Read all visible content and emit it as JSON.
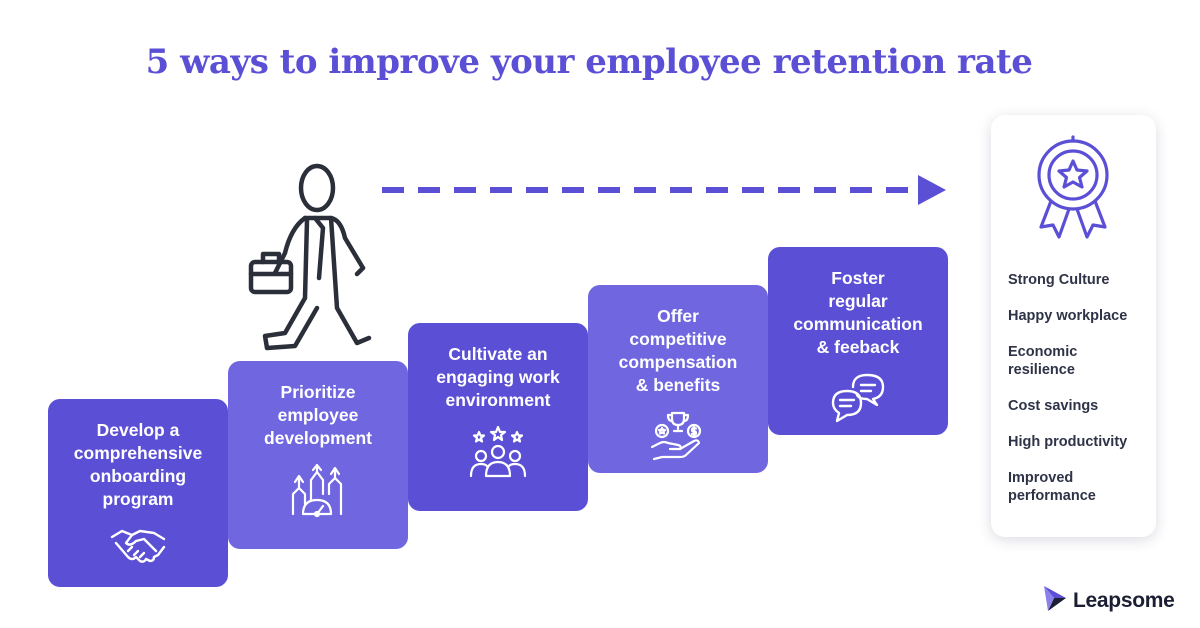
{
  "title": "5 ways to improve your employee retention rate",
  "steps": [
    {
      "label": "Develop a\ncomprehensive\nonboarding\nprogram",
      "icon": "handshake-icon"
    },
    {
      "label": "Prioritize\nemployee\ndevelopment",
      "icon": "growth-gauge-icon"
    },
    {
      "label": "Cultivate an\nengaging work\nenvironment",
      "icon": "team-stars-icon"
    },
    {
      "label": "Offer\ncompetitive\ncompensation\n& benefits",
      "icon": "hand-trophy-coins-icon"
    },
    {
      "label": "Foster\nregular\ncommunication\n& feeback",
      "icon": "chat-bubbles-icon"
    }
  ],
  "benefits": {
    "icon": "award-ribbon-icon",
    "items": [
      "Strong Culture",
      "Happy workplace",
      "Economic\nresilience",
      "Cost savings",
      "High productivity",
      "Improved\nperformance"
    ]
  },
  "walker_icon": "walking-businessman-icon",
  "arrow_icon": "dashed-arrow-icon",
  "logo": {
    "text": "Leapsome",
    "icon": "leapsome-logo-icon"
  },
  "colors": {
    "primary": "#5b4fd6",
    "secondary": "#6f66e0",
    "text_dark": "#2f3347",
    "figure_stroke": "#2b2f3a"
  }
}
